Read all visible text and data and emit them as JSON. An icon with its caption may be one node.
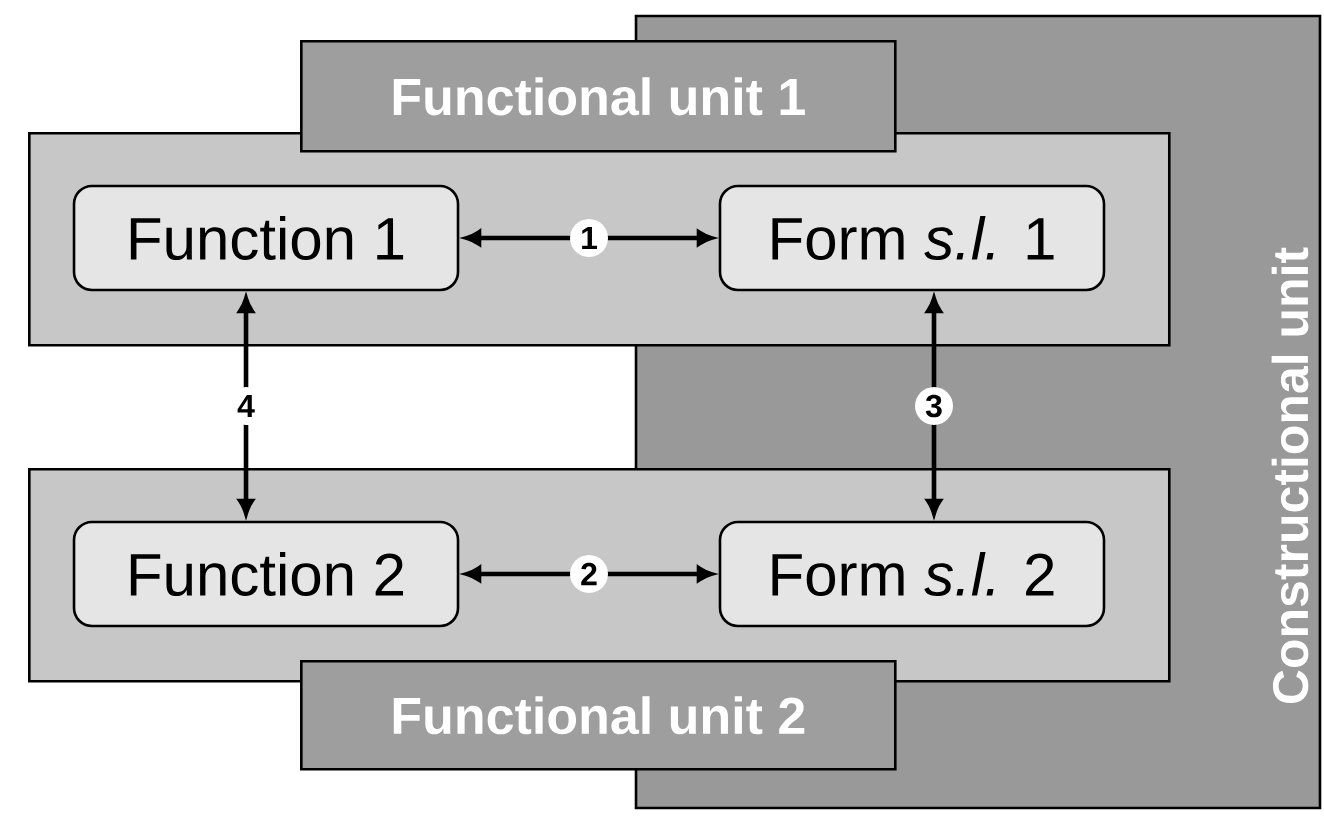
{
  "diagram": {
    "nodes": [
      {
        "text": [
          "Functional unit 1"
        ]
      },
      {
        "text": [
          "Function 1"
        ],
        "in": 0
      },
      {
        "text": [
          "Form *s.l.* 1"
        ],
        "in": 0
      },
      {
        "text": [
          "Functional unit 2"
        ]
      },
      {
        "text": [
          "Function 2"
        ],
        "in": 3
      },
      {
        "text": [
          "Form *s.l.* 2"
        ],
        "in": 3
      }
    ],
    "edges": [
      {
        "from": 1,
        "to": 2,
        "arrow": "both",
        "label": "1"
      },
      {
        "from": 4,
        "to": 5,
        "arrow": "both",
        "label": "2"
      },
      {
        "from": 2,
        "to": 5,
        "arrow": "both",
        "label": "3"
      },
      {
        "from": 1,
        "to": 4,
        "arrow": "both",
        "label": "4"
      }
    ],
    "labels": [
      "Constructional unit"
    ]
  }
}
